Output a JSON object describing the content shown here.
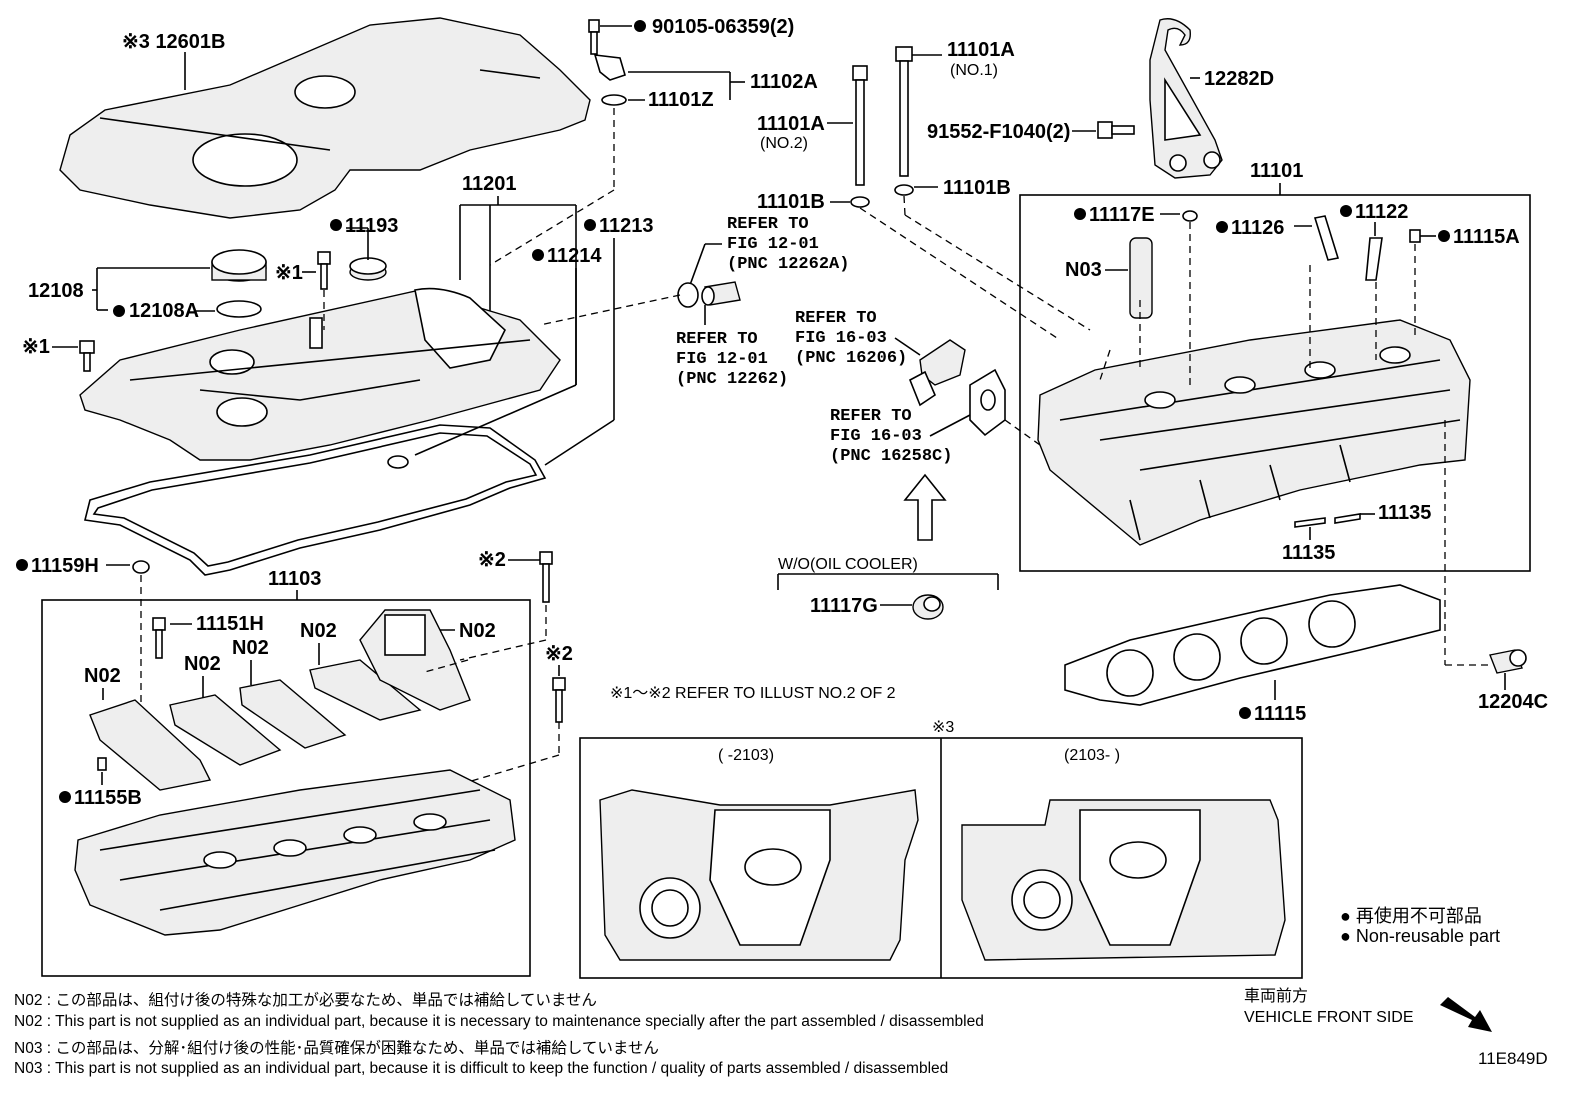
{
  "labels": {
    "p12601B": "※3 12601B",
    "p90105": "90105-06359(2)",
    "p11102A": "11102A",
    "p11101Z": "11101Z",
    "p11101A_no1": "11101A",
    "p11101A_no1_sub": "(NO.1)",
    "p11101A_no2": "11101A",
    "p11101A_no2_sub": "(NO.2)",
    "p12282D": "12282D",
    "p91552": "91552-F1040(2)",
    "p11101B_left": "11101B",
    "p11101B_right": "11101B",
    "p11101": "11101",
    "p11201": "11201",
    "p11193": "11193",
    "p11213": "11213",
    "p11214": "11214",
    "p12108": "12108",
    "p12108A": "12108A",
    "ref1": [
      "REFER TO",
      "FIG 12-01",
      "(PNC 12262A)"
    ],
    "ref2": [
      "REFER TO",
      "FIG 12-01",
      "(PNC 12262)"
    ],
    "ref3": [
      "REFER TO",
      "FIG 16-03",
      "(PNC 16206)"
    ],
    "ref4": [
      "REFER TO",
      "FIG 16-03",
      "(PNC 16258C)"
    ],
    "p11117E": "11117E",
    "p11126": "11126",
    "p11122": "11122",
    "p11115A": "11115A",
    "pN03": "N03",
    "p11135a": "11135",
    "p11135b": "11135",
    "wo_oil": "W/O(OIL COOLER)",
    "p11117G": "11117G",
    "p11159H": "11159H",
    "p11103": "11103",
    "p11151H": "11151H",
    "pN02": "N02",
    "p11155B": "11155B",
    "mark2": "※2",
    "mark1": "※1",
    "p11115": "11115",
    "p12204C": "12204C",
    "illust_ref": "※1～※2  REFER TO ILLUST NO.2 OF 2",
    "mark3": "※3",
    "range_left": "(      -2103)",
    "range_right": "(2103-      )",
    "front_jp": "車両前方",
    "front_en": "VEHICLE FRONT SIDE",
    "diagram_id": "11E849D"
  },
  "legend": {
    "jp": "再使用不可部品",
    "en": "Non-reusable part"
  },
  "notes": [
    "N02 : この部品は、組付け後の特殊な加工が必要なため、単品では補給していません",
    "N02 : This part is not supplied as an individual part, because it is necessary to maintenance specially after the part assembled / disassembled",
    "N03 : この部品は、分解･組付け後の性能･品質確保が困難なため、単品では補給していません",
    "N03 : This part is not supplied as an individual part, because it is difficult to keep the function / quality of parts  assembled / disassembled"
  ]
}
